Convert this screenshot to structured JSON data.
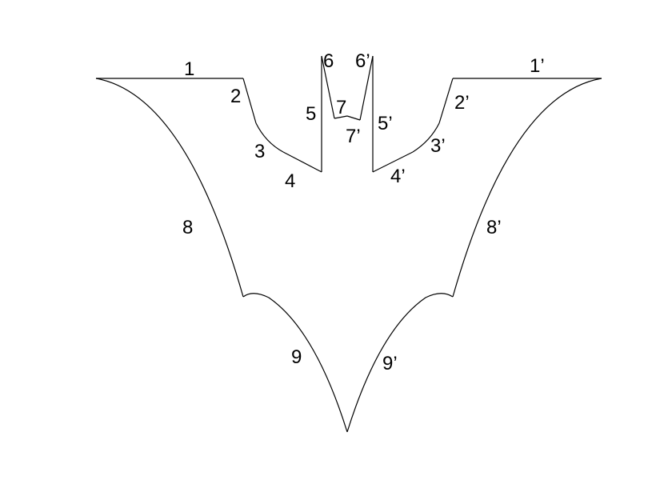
{
  "colors": {
    "background": "#ffffff",
    "stroke": "#000000"
  },
  "labels": {
    "l1": "1",
    "l1p": "1’",
    "l2": "2",
    "l2p": "2’",
    "l3": "3",
    "l3p": "3’",
    "l4": "4",
    "l4p": "4’",
    "l5": "5",
    "l5p": "5’",
    "l6": "6",
    "l6p": "6’",
    "l7": "7",
    "l7p": "7’",
    "l8": "8",
    "l8p": "8’",
    "l9": "9",
    "l9p": "9’"
  }
}
